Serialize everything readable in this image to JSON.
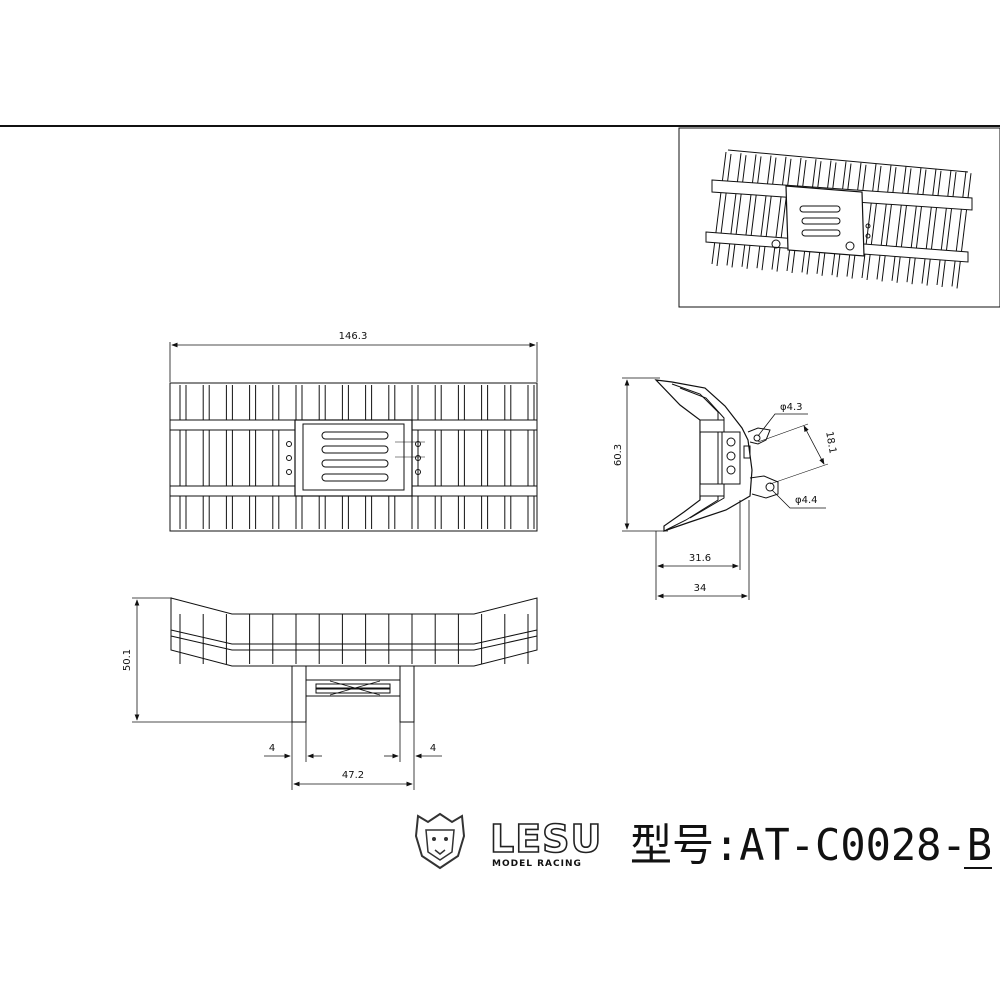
{
  "dimensions": {
    "top_width": "146.3",
    "side_height": "60.3",
    "hole_top": "φ4.3",
    "hole_spacing": "18.1",
    "hole_bottom": "φ4.4",
    "side_depth_inner": "31.6",
    "side_depth_outer": "34",
    "front_height": "50.1",
    "mount_left": "4",
    "mount_right": "4",
    "mount_span": "47.2"
  },
  "brand": {
    "logo_text": "LESU",
    "logo_subtext": "MODEL RACING"
  },
  "model_label": "型号:AT-C0028-B"
}
